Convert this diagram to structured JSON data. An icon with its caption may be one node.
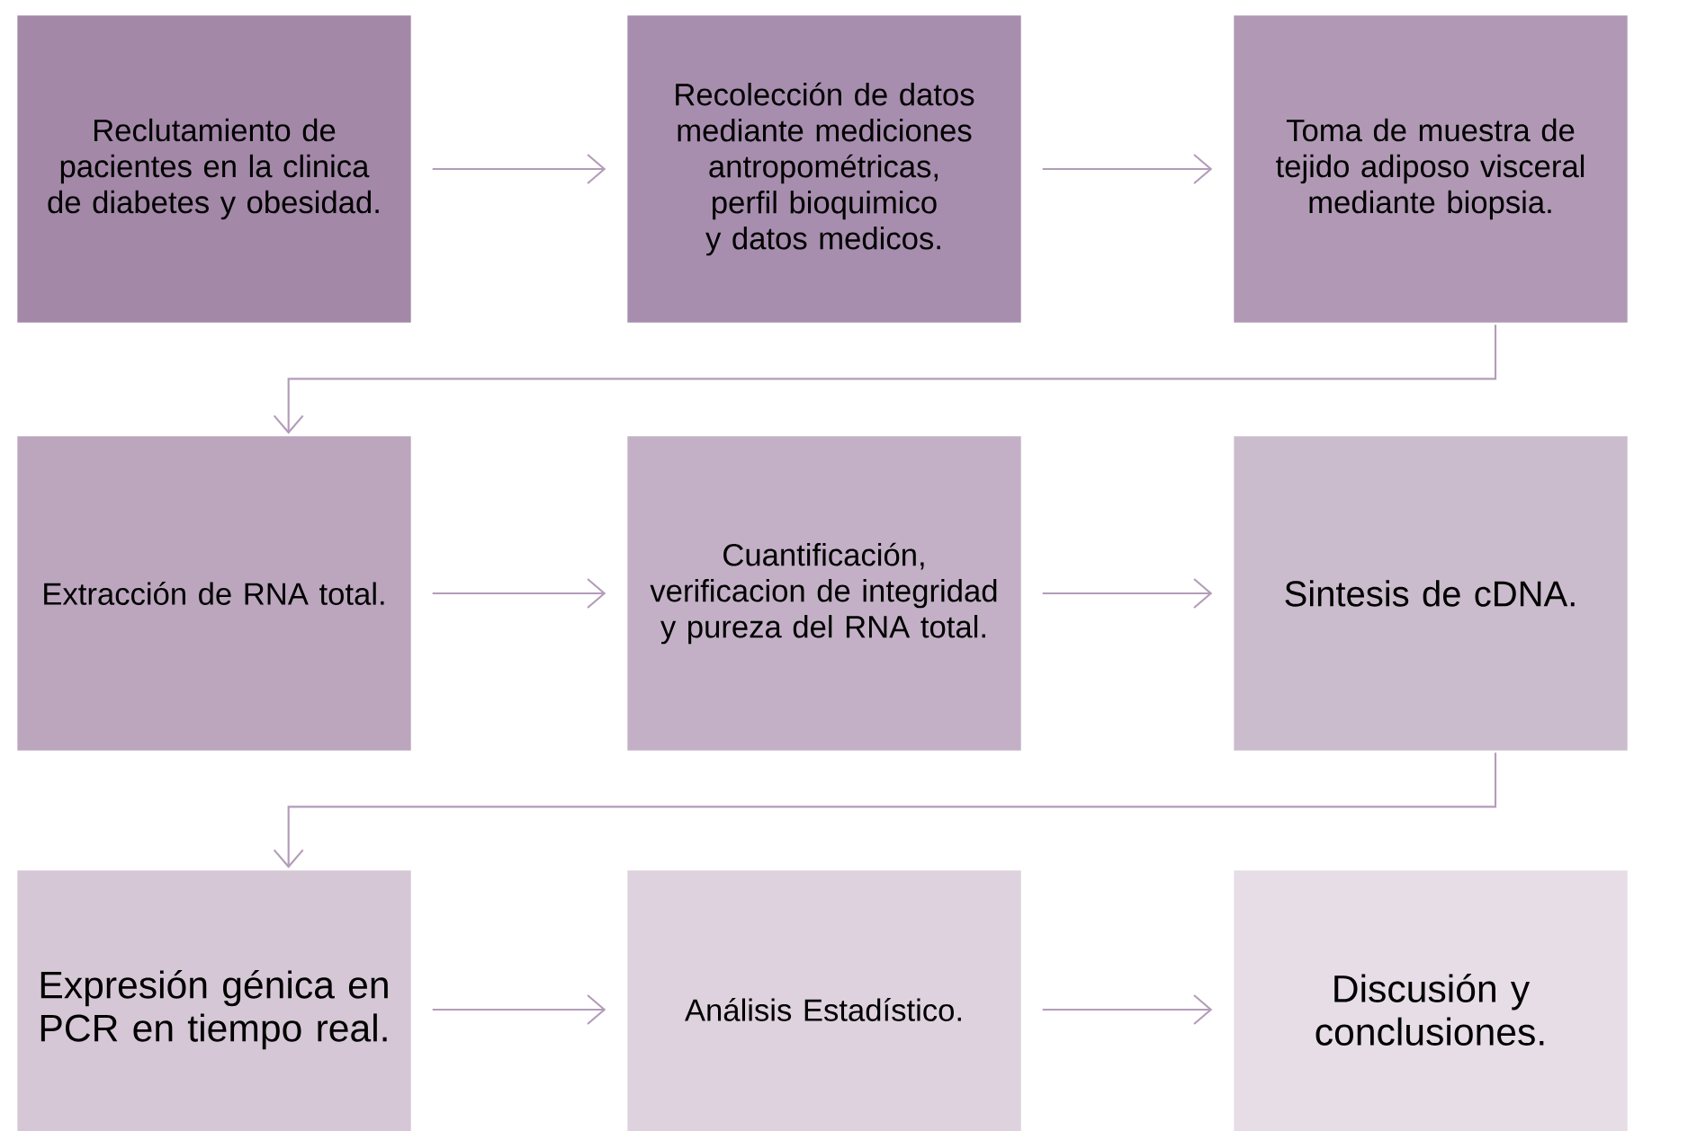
{
  "diagram": {
    "nodes": [
      {
        "text": [
          "Reclutamiento de pacientes en la clinica de diabetes y obesidad."
        ]
      },
      {
        "text": [
          "Recolección de datos mediante mediciones antropométricas, perfil bioquimico y datos medicos."
        ]
      },
      {
        "text": [
          "Toma de muestra de tejido adiposo visceral mediante biopsia."
        ]
      },
      {
        "text": [
          "Extracción de RNA total."
        ]
      },
      {
        "text": [
          "Cuantificación, verificacion de integridad y pureza del RNA total."
        ]
      },
      {
        "text": [
          "Sintesis de cDNA."
        ]
      },
      {
        "text": [
          "Expresión génica en PCR en tiempo real."
        ]
      },
      {
        "text": [
          "Análisis Estadístico."
        ]
      },
      {
        "text": [
          "Discusión y conclusiones."
        ]
      }
    ],
    "edges": [
      {
        "from": 0,
        "to": 1,
        "arrow": "to"
      },
      {
        "from": 1,
        "to": 2,
        "arrow": "to"
      },
      {
        "from": 2,
        "to": 3,
        "arrow": "to"
      },
      {
        "from": 3,
        "to": 4,
        "arrow": "to"
      },
      {
        "from": 4,
        "to": 5,
        "arrow": "to"
      },
      {
        "from": 5,
        "to": 6,
        "arrow": "to"
      },
      {
        "from": 6,
        "to": 7,
        "arrow": "to"
      },
      {
        "from": 7,
        "to": 8,
        "arrow": "to"
      }
    ]
  }
}
